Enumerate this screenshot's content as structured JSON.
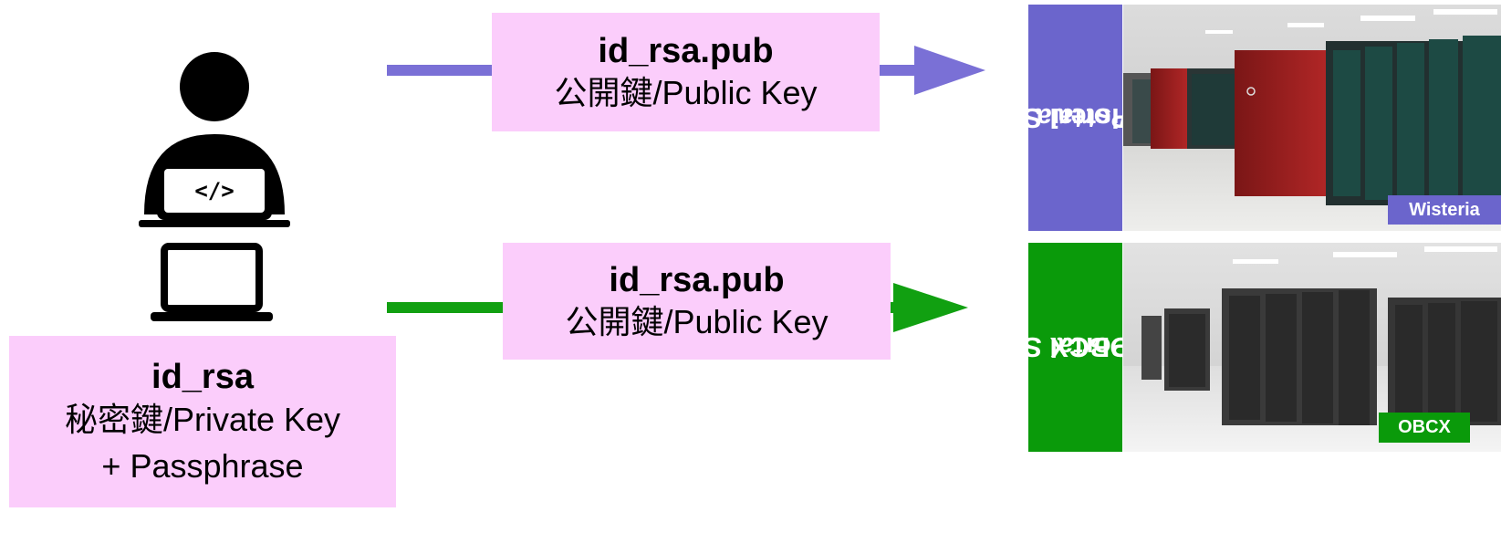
{
  "colors": {
    "key_box": "#fbcdfb",
    "wisteria": "#6b65cc",
    "obcx": "#0a9a0a",
    "wisteria_arrow": "#7a70d6",
    "obcx_arrow": "#11a011"
  },
  "user": {
    "icons": [
      "programmer-icon",
      "laptop-icon"
    ],
    "private_key": {
      "file": "id_rsa",
      "type": "秘密鍵/Private Key",
      "passphrase": "+ Passphrase"
    }
  },
  "transfers": [
    {
      "file": "id_rsa.pub",
      "type": "公開鍵/Public Key",
      "target": "Wisteria"
    },
    {
      "file": "id_rsa.pub",
      "type": "公開鍵/Public Key",
      "target": "OBCX"
    }
  ],
  "sites": {
    "wisteria": {
      "label_line1": "Portal Site",
      "label_line2": "Wisteria",
      "tag": "Wisteria"
    },
    "obcx": {
      "label_line1": "Portal Site",
      "label_line2": "OBCX",
      "tag": "OBCX"
    }
  }
}
